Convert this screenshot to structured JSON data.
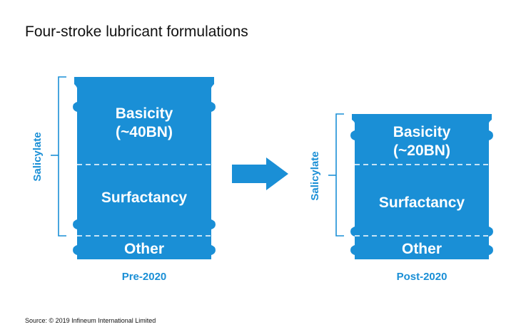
{
  "title": "Four-stroke lubricant formulations",
  "source": "Source: © 2019 Infineum International Limited",
  "colors": {
    "barrel": "#1a8fd6",
    "text_on_barrel": "#ffffff",
    "title": "#111111"
  },
  "barrels": [
    {
      "caption": "Pre-2020",
      "bracket_label": "Salicylate",
      "basicity_line1": "Basicity",
      "basicity_line2": "(~40BN)",
      "surfactancy": "Surfactancy",
      "other": "Other"
    },
    {
      "caption": "Post-2020",
      "bracket_label": "Salicylate",
      "basicity_line1": "Basicity",
      "basicity_line2": "(~20BN)",
      "surfactancy": "Surfactancy",
      "other": "Other"
    }
  ],
  "arrow": {
    "icon": "right-arrow-icon"
  }
}
